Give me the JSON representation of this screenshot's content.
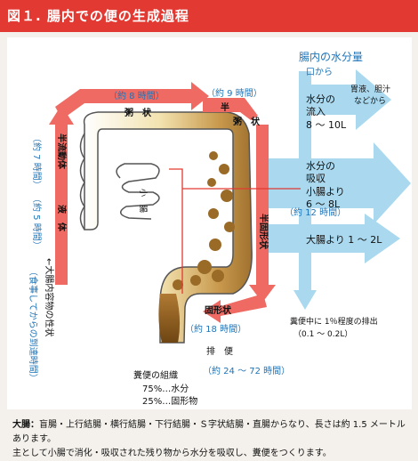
{
  "title": "図１. 腸内での便の生成過程",
  "water": {
    "heading": "腸内の水分量",
    "source_mouth": "口から",
    "source_juice_1": "胃液、胆汁",
    "source_juice_2": "などから",
    "inflow_1": "水分の",
    "inflow_2": "流入",
    "inflow_amount": "8 〜 10L",
    "absorb_1": "水分の",
    "absorb_2": "吸収",
    "absorb_small_1": "小腸より",
    "absorb_small_2": "6 〜 8L",
    "absorb_large": "大腸より 1 〜 2L",
    "excrete_1": "糞便中に 1％程度の排出",
    "excrete_2": "（0.1 〜 0.2L）"
  },
  "stages": {
    "time_8": "（約 8 時間）",
    "state_porridge": "粥　状",
    "time_9": "（約 9 時間）",
    "state_half": "半",
    "state_porridge2": "粥　状",
    "time_12": "（約 12 時間）",
    "state_semisolid": "半固形状",
    "state_solid": "固形状",
    "time_18": "（約 18 時間）",
    "excretion": "排　便",
    "time_24_72": "（約 24 〜 72 時間）",
    "time_7": "（約 7 時間）",
    "state_semiliquid": "半流動体",
    "time_5": "（約 5 時間）",
    "state_liquid": "液　体",
    "small_intestine": "小　腸",
    "legend_arrow": "←大腸内容物の性状",
    "legend_paren": "（食事してからの到達時間）"
  },
  "stool": {
    "heading": "糞便の組織",
    "water": "75%…水分",
    "solid": "25%…固形物"
  },
  "note": {
    "label": "大腸：",
    "line1": "盲腸・上行結腸・横行結腸・下行結腸・Ｓ字状結腸・直腸からなり、長さは約 1.5 メートルあります。",
    "line2": "主として小腸で消化・吸収された残り物から水分を吸収し、糞便をつくります。"
  },
  "colors": {
    "red": "#e23a32",
    "arrow_red": "#ef6a62",
    "arrow_pink": "#f6b7b0",
    "water_blue": "#a9d8ef",
    "text_blue": "#1e74b8",
    "stool_brown": "#8a5a1c"
  }
}
